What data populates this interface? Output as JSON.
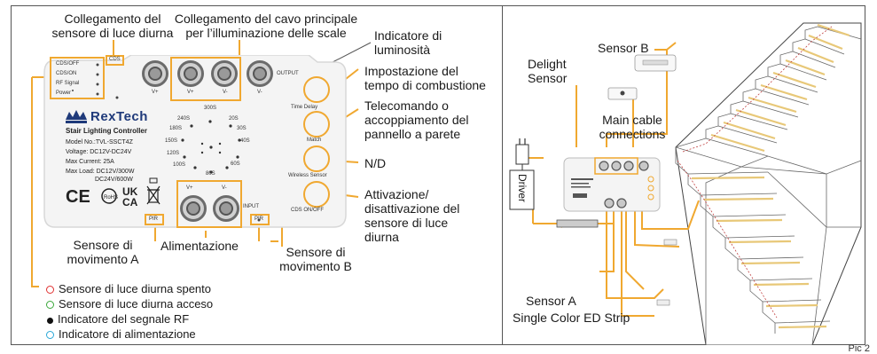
{
  "left": {
    "labels": {
      "cds_sensor_link": "Collegamento del\nsensore di luce diurna",
      "main_cable_link": "Collegamento del cavo principale\nper l’illuminazione delle scale",
      "brightness_indicator": "Indicatore di\nluminosità",
      "burn_time": "Impostazione del\ntempo di combustione",
      "remote_pairing": "Telecomando o\naccoppiamento del\npannello a parete",
      "nd": "N/D",
      "cds_toggle": "Attivazione/\ndisattivazione del\nsensore di luce\ndiurna",
      "motion_a": "Sensore di\nmovimento A",
      "power_supply": "Alimentazione",
      "motion_b": "Sensore di\nmovimento B"
    },
    "device": {
      "brand": "RexTech",
      "product": "Stair Lighting Controller",
      "model": "Model No.:TVL-SSCT4Z",
      "voltage": "Voltage: DC12V-DC24V",
      "current": "Max Current: 25A",
      "load1": "Max Load: DC12V/300W",
      "load2": "DC24V/600W",
      "cds_tag": "CDS",
      "pir_a": "PIR",
      "pir_b": "PIR",
      "output": "OUTPUT",
      "input": "INPUT",
      "vplus": "V+",
      "vminus": "V-",
      "led_labels": [
        "CDS/OFF",
        "CDS/ON",
        "RF Signal",
        "Power"
      ],
      "time_labels": [
        "300S",
        "20S",
        "30S",
        "40S",
        "60S",
        "80S",
        "100S",
        "120S",
        "150S",
        "180S",
        "240S"
      ],
      "buttons": [
        "Time Delay",
        "Match",
        "Wireless Sensor",
        "CDS ON/OFF"
      ],
      "certs": [
        "CE",
        "UK CA"
      ]
    },
    "legend": [
      {
        "text": "Sensore di luce diurna spento",
        "color": "#e03030",
        "style": "ring"
      },
      {
        "text": "Sensore di luce diurna acceso",
        "color": "#3aa83a",
        "style": "ring"
      },
      {
        "text": "Indicatore del segnale RF",
        "color": "#111111",
        "style": "fill"
      },
      {
        "text": "Indicatore di alimentazione",
        "color": "#2aa8d8",
        "style": "ring"
      }
    ]
  },
  "right": {
    "labels": {
      "sensor_b": "Sensor B",
      "delight_sensor": "Delight\nSensor",
      "main_cable": "Main cable\nconnections",
      "driver": "Driver",
      "sensor_a": "Sensor A",
      "strip": "Single Color ED Strip"
    }
  },
  "page": "Pic 2",
  "colors": {
    "accent": "#f0a830",
    "line": "#555555"
  }
}
